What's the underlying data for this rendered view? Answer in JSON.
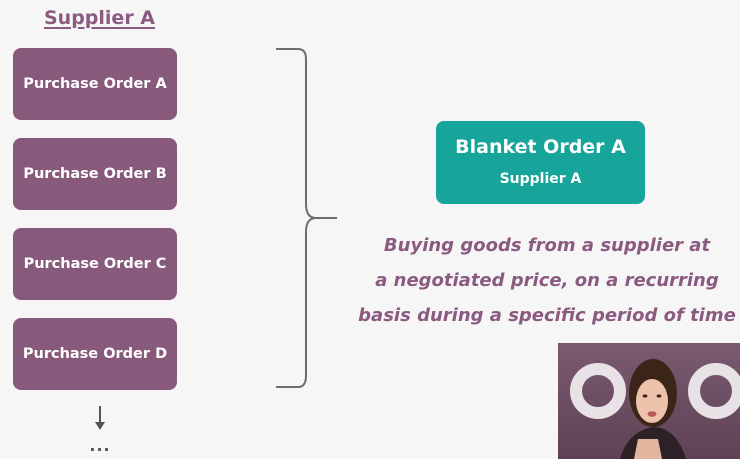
{
  "supplier": {
    "heading": "Supplier A"
  },
  "purchase_orders": [
    {
      "label": "Purchase Order A"
    },
    {
      "label": "Purchase Order B"
    },
    {
      "label": "Purchase Order C"
    },
    {
      "label": "Purchase Order D"
    }
  ],
  "continuation": {
    "ellipsis": "..."
  },
  "blanket_order": {
    "title": "Blanket Order A",
    "subtitle": "Supplier A"
  },
  "definition": {
    "lines": [
      "Buying goods from a supplier at",
      "a negotiated price, on a recurring",
      "basis during a specific period of time"
    ]
  },
  "colors": {
    "purchase_order": "#875a7b",
    "blanket_order": "#17a49a",
    "text_accent": "#8b5a80",
    "background": "#f6f6f6"
  },
  "icons": {
    "arrow": "arrow-down-icon",
    "bracket": "curly-brace-icon"
  }
}
